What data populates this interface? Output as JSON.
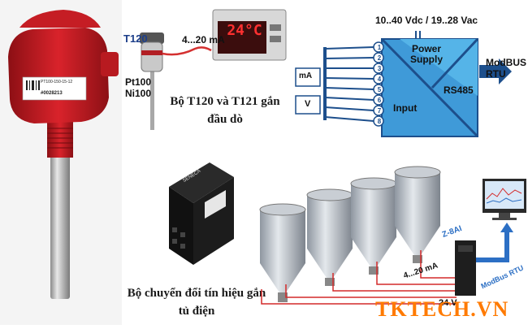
{
  "product": {
    "label_code": "PT100-150-15-12",
    "serial": "#0028213"
  },
  "sensor_diagram": {
    "tag": "T120",
    "signal": "4...20 mA",
    "display_value": "24°C",
    "sensor_type_1": "Pt100",
    "sensor_type_2": "Ni100"
  },
  "caption_top": {
    "line1": "Bộ T120 và T121 gắn",
    "line2": "đầu dò"
  },
  "block_diagram": {
    "supply": "10..40 Vdc / 19..28 Vac",
    "power_supply_line1": "Power",
    "power_supply_line2": "Supply",
    "rs485": "RS485",
    "input": "Input",
    "output_line1": "ModBUS",
    "output_line2": "RTU",
    "ma": "mA",
    "v": "V",
    "channels": [
      "1",
      "2",
      "3",
      "4",
      "5",
      "6",
      "7",
      "8"
    ]
  },
  "converter": {
    "brand": "SENECA"
  },
  "caption_bottom": {
    "line1": "Bộ chuyển đổi tín hiệu gắn",
    "line2": "tủ điện"
  },
  "silo_diagram": {
    "module": "Z-8AI",
    "signal": "4...20 mA",
    "power": "24 V",
    "bus": "ModBus RTU"
  },
  "watermark": "TKTECH.VN"
}
